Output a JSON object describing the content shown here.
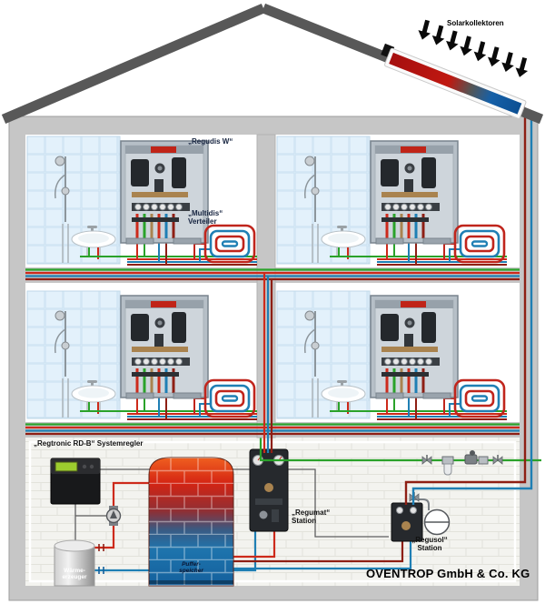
{
  "roof": {
    "solar_label": "Solarkollektoren",
    "arrow_count": 8
  },
  "apartment": {
    "station_label": "„Regudis W“",
    "manifold_label": "„Multidis“\nVerteiler"
  },
  "basement": {
    "controller_label": "„Regtronic RD-B“ Systemregler",
    "regumat_label": "„Regumat“\nStation",
    "regusol_label": "„Regusol“\nStation",
    "heat_generator_label": "Wärme-\nerzeuger",
    "storage_tank_label": "Puffer-\nspeicher"
  },
  "footer": {
    "brand": "OVENTROP GmbH & Co. KG"
  },
  "colors": {
    "cold_water_pipe": "#2aa22a",
    "heating_flow_pipe": "#cd2a1b",
    "heating_return_pipe": "#1f7fb4",
    "solar_flow_pipe": "#8e1f14",
    "roof": "#585858",
    "wall": "#c6c6c6"
  },
  "icons": [
    "sun-irradiation-arrow",
    "shower-icon",
    "washbasin-icon",
    "floor-heating-coil-icon",
    "pump-icon",
    "expansion-vessel-icon",
    "filter-icon",
    "valve-icon"
  ]
}
